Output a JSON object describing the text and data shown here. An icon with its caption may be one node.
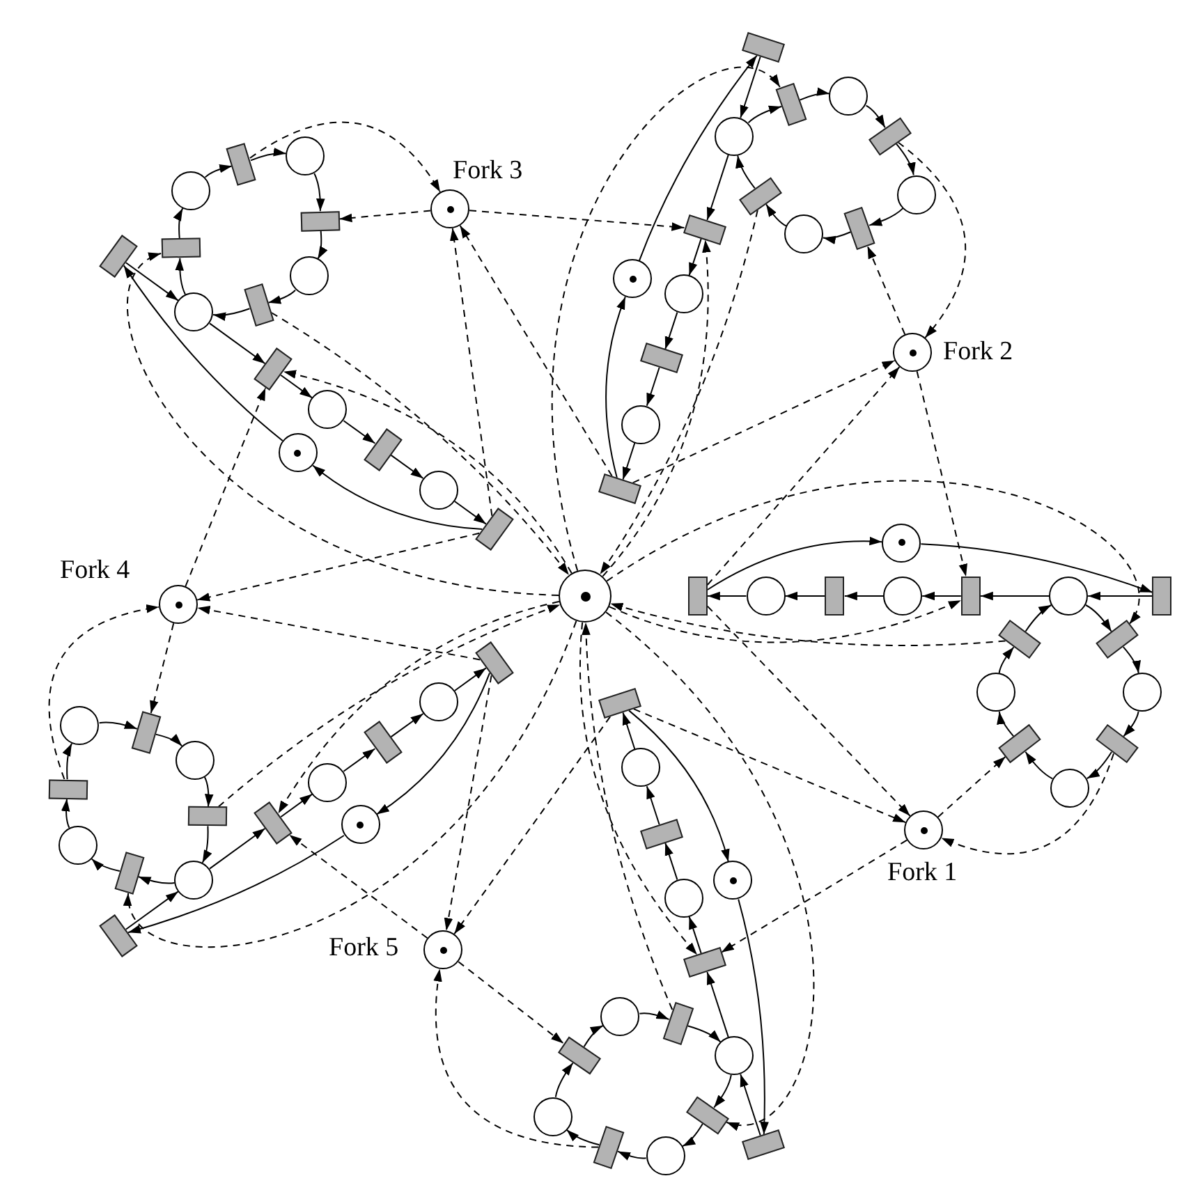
{
  "diagram": {
    "nodes": [
      {
        "text": [],
        "shape": "circle"
      },
      {
        "text": [],
        "shape": "circle",
        "beside": [
          "Fork 1"
        ]
      },
      {
        "text": [],
        "shape": "circle",
        "beside": [
          "Fork 2"
        ]
      },
      {
        "text": [],
        "shape": "circle",
        "beside": [
          "Fork 3"
        ]
      },
      {
        "text": [],
        "shape": "circle",
        "beside": [
          "Fork 4"
        ]
      },
      {
        "text": [],
        "shape": "circle",
        "beside": [
          "Fork 5"
        ]
      },
      {
        "text": [],
        "shape": "box"
      },
      {
        "text": [],
        "shape": "circle"
      },
      {
        "text": [],
        "shape": "box"
      },
      {
        "text": [],
        "shape": "circle"
      },
      {
        "text": [],
        "shape": "box"
      },
      {
        "text": [],
        "shape": "circle"
      },
      {
        "text": [],
        "shape": "box"
      },
      {
        "text": [],
        "shape": "circle"
      },
      {
        "text": [],
        "shape": "box"
      },
      {
        "text": [],
        "shape": "circle"
      },
      {
        "text": [],
        "shape": "box"
      },
      {
        "text": [],
        "shape": "circle"
      },
      {
        "text": [],
        "shape": "box"
      },
      {
        "text": [],
        "shape": "circle"
      },
      {
        "text": [],
        "shape": "box"
      },
      {
        "text": [],
        "shape": "box"
      },
      {
        "text": [],
        "shape": "circle"
      },
      {
        "text": [],
        "shape": "box"
      },
      {
        "text": [],
        "shape": "circle"
      },
      {
        "text": [],
        "shape": "box"
      },
      {
        "text": [],
        "shape": "circle"
      },
      {
        "text": [],
        "shape": "box"
      },
      {
        "text": [],
        "shape": "circle"
      },
      {
        "text": [],
        "shape": "box"
      },
      {
        "text": [],
        "shape": "circle"
      },
      {
        "text": [],
        "shape": "box"
      },
      {
        "text": [],
        "shape": "circle"
      },
      {
        "text": [],
        "shape": "box"
      },
      {
        "text": [],
        "shape": "circle"
      },
      {
        "text": [],
        "shape": "box"
      },
      {
        "text": [],
        "shape": "box"
      },
      {
        "text": [],
        "shape": "circle"
      },
      {
        "text": [],
        "shape": "box"
      },
      {
        "text": [],
        "shape": "circle"
      },
      {
        "text": [],
        "shape": "box"
      },
      {
        "text": [],
        "shape": "circle"
      },
      {
        "text": [],
        "shape": "box"
      },
      {
        "text": [],
        "shape": "circle"
      },
      {
        "text": [],
        "shape": "box"
      },
      {
        "text": [],
        "shape": "circle"
      },
      {
        "text": [],
        "shape": "box"
      },
      {
        "text": [],
        "shape": "circle"
      },
      {
        "text": [],
        "shape": "box"
      },
      {
        "text": [],
        "shape": "circle"
      },
      {
        "text": [],
        "shape": "box"
      },
      {
        "text": [],
        "shape": "box"
      },
      {
        "text": [],
        "shape": "circle"
      },
      {
        "text": [],
        "shape": "box"
      },
      {
        "text": [],
        "shape": "circle"
      },
      {
        "text": [],
        "shape": "box"
      },
      {
        "text": [],
        "shape": "circle"
      },
      {
        "text": [],
        "shape": "box"
      },
      {
        "text": [],
        "shape": "circle"
      },
      {
        "text": [],
        "shape": "box"
      },
      {
        "text": [],
        "shape": "circle"
      },
      {
        "text": [],
        "shape": "box"
      },
      {
        "text": [],
        "shape": "circle"
      },
      {
        "text": [],
        "shape": "box"
      },
      {
        "text": [],
        "shape": "circle"
      },
      {
        "text": [],
        "shape": "box"
      },
      {
        "text": [],
        "shape": "box"
      },
      {
        "text": [],
        "shape": "circle"
      },
      {
        "text": [],
        "shape": "box"
      },
      {
        "text": [],
        "shape": "circle"
      },
      {
        "text": [],
        "shape": "box"
      },
      {
        "text": [],
        "shape": "circle"
      },
      {
        "text": [],
        "shape": "box"
      },
      {
        "text": [],
        "shape": "circle"
      },
      {
        "text": [],
        "shape": "box"
      },
      {
        "text": [],
        "shape": "circle"
      },
      {
        "text": [],
        "shape": "box"
      },
      {
        "text": [],
        "shape": "circle"
      },
      {
        "text": [],
        "shape": "box"
      },
      {
        "text": [],
        "shape": "circle"
      },
      {
        "text": [],
        "shape": "box"
      }
    ],
    "edges": [
      {
        "from": 12,
        "to": 11,
        "arrow": "to"
      },
      {
        "from": 11,
        "to": 10,
        "arrow": "to"
      },
      {
        "from": 10,
        "to": 9,
        "arrow": "to"
      },
      {
        "from": 9,
        "to": 8,
        "arrow": "to"
      },
      {
        "from": 8,
        "to": 7,
        "arrow": "to"
      },
      {
        "from": 7,
        "to": 6,
        "arrow": "to"
      },
      {
        "from": 6,
        "to": 13,
        "arrow": "to"
      },
      {
        "from": 13,
        "to": 12,
        "arrow": "to"
      },
      {
        "from": 11,
        "to": 14,
        "arrow": "to"
      },
      {
        "from": 14,
        "to": 15,
        "arrow": "to"
      },
      {
        "from": 15,
        "to": 16,
        "arrow": "to"
      },
      {
        "from": 16,
        "to": 17,
        "arrow": "to"
      },
      {
        "from": 17,
        "to": 18,
        "arrow": "to"
      },
      {
        "from": 18,
        "to": 19,
        "arrow": "to"
      },
      {
        "from": 19,
        "to": 20,
        "arrow": "to"
      },
      {
        "from": 20,
        "to": 11,
        "arrow": "to"
      },
      {
        "from": 2,
        "to": 10,
        "arrow": "to",
        "style": "dashed"
      },
      {
        "from": 1,
        "to": 18,
        "arrow": "to",
        "style": "dashed"
      },
      {
        "from": 16,
        "to": 1,
        "arrow": "to",
        "style": "dashed"
      },
      {
        "from": 6,
        "to": 1,
        "arrow": "to",
        "style": "dashed"
      },
      {
        "from": 6,
        "to": 2,
        "arrow": "to",
        "style": "dashed"
      },
      {
        "from": 0,
        "to": 10,
        "arrow": "to",
        "style": "dashed"
      },
      {
        "from": 0,
        "to": 14,
        "arrow": "to",
        "style": "dashed"
      },
      {
        "from": 20,
        "to": 0,
        "arrow": "to",
        "style": "dashed"
      },
      {
        "from": 27,
        "to": 26,
        "arrow": "to"
      },
      {
        "from": 26,
        "to": 25,
        "arrow": "to"
      },
      {
        "from": 25,
        "to": 24,
        "arrow": "to"
      },
      {
        "from": 24,
        "to": 23,
        "arrow": "to"
      },
      {
        "from": 23,
        "to": 22,
        "arrow": "to"
      },
      {
        "from": 22,
        "to": 21,
        "arrow": "to"
      },
      {
        "from": 21,
        "to": 28,
        "arrow": "to"
      },
      {
        "from": 28,
        "to": 27,
        "arrow": "to"
      },
      {
        "from": 26,
        "to": 29,
        "arrow": "to"
      },
      {
        "from": 29,
        "to": 30,
        "arrow": "to"
      },
      {
        "from": 30,
        "to": 31,
        "arrow": "to"
      },
      {
        "from": 31,
        "to": 32,
        "arrow": "to"
      },
      {
        "from": 32,
        "to": 33,
        "arrow": "to"
      },
      {
        "from": 33,
        "to": 34,
        "arrow": "to"
      },
      {
        "from": 34,
        "to": 35,
        "arrow": "to"
      },
      {
        "from": 35,
        "to": 26,
        "arrow": "to"
      },
      {
        "from": 3,
        "to": 25,
        "arrow": "to",
        "style": "dashed"
      },
      {
        "from": 2,
        "to": 33,
        "arrow": "to",
        "style": "dashed"
      },
      {
        "from": 31,
        "to": 2,
        "arrow": "to",
        "style": "dashed"
      },
      {
        "from": 21,
        "to": 2,
        "arrow": "to",
        "style": "dashed"
      },
      {
        "from": 21,
        "to": 3,
        "arrow": "to",
        "style": "dashed"
      },
      {
        "from": 0,
        "to": 25,
        "arrow": "to",
        "style": "dashed"
      },
      {
        "from": 0,
        "to": 29,
        "arrow": "to",
        "style": "dashed"
      },
      {
        "from": 35,
        "to": 0,
        "arrow": "to",
        "style": "dashed"
      },
      {
        "from": 42,
        "to": 41,
        "arrow": "to"
      },
      {
        "from": 41,
        "to": 40,
        "arrow": "to"
      },
      {
        "from": 40,
        "to": 39,
        "arrow": "to"
      },
      {
        "from": 39,
        "to": 38,
        "arrow": "to"
      },
      {
        "from": 38,
        "to": 37,
        "arrow": "to"
      },
      {
        "from": 37,
        "to": 36,
        "arrow": "to"
      },
      {
        "from": 36,
        "to": 43,
        "arrow": "to"
      },
      {
        "from": 43,
        "to": 42,
        "arrow": "to"
      },
      {
        "from": 41,
        "to": 44,
        "arrow": "to"
      },
      {
        "from": 44,
        "to": 45,
        "arrow": "to"
      },
      {
        "from": 45,
        "to": 46,
        "arrow": "to"
      },
      {
        "from": 46,
        "to": 47,
        "arrow": "to"
      },
      {
        "from": 47,
        "to": 48,
        "arrow": "to"
      },
      {
        "from": 48,
        "to": 49,
        "arrow": "to"
      },
      {
        "from": 49,
        "to": 50,
        "arrow": "to"
      },
      {
        "from": 50,
        "to": 41,
        "arrow": "to"
      },
      {
        "from": 4,
        "to": 40,
        "arrow": "to",
        "style": "dashed"
      },
      {
        "from": 3,
        "to": 48,
        "arrow": "to",
        "style": "dashed"
      },
      {
        "from": 46,
        "to": 3,
        "arrow": "to",
        "style": "dashed"
      },
      {
        "from": 36,
        "to": 3,
        "arrow": "to",
        "style": "dashed"
      },
      {
        "from": 36,
        "to": 4,
        "arrow": "to",
        "style": "dashed"
      },
      {
        "from": 0,
        "to": 40,
        "arrow": "to",
        "style": "dashed"
      },
      {
        "from": 0,
        "to": 44,
        "arrow": "to",
        "style": "dashed"
      },
      {
        "from": 50,
        "to": 0,
        "arrow": "to",
        "style": "dashed"
      },
      {
        "from": 57,
        "to": 56,
        "arrow": "to"
      },
      {
        "from": 56,
        "to": 55,
        "arrow": "to"
      },
      {
        "from": 55,
        "to": 54,
        "arrow": "to"
      },
      {
        "from": 54,
        "to": 53,
        "arrow": "to"
      },
      {
        "from": 53,
        "to": 52,
        "arrow": "to"
      },
      {
        "from": 52,
        "to": 51,
        "arrow": "to"
      },
      {
        "from": 51,
        "to": 58,
        "arrow": "to"
      },
      {
        "from": 58,
        "to": 57,
        "arrow": "to"
      },
      {
        "from": 56,
        "to": 59,
        "arrow": "to"
      },
      {
        "from": 59,
        "to": 60,
        "arrow": "to"
      },
      {
        "from": 60,
        "to": 61,
        "arrow": "to"
      },
      {
        "from": 61,
        "to": 62,
        "arrow": "to"
      },
      {
        "from": 62,
        "to": 63,
        "arrow": "to"
      },
      {
        "from": 63,
        "to": 64,
        "arrow": "to"
      },
      {
        "from": 64,
        "to": 65,
        "arrow": "to"
      },
      {
        "from": 65,
        "to": 56,
        "arrow": "to"
      },
      {
        "from": 5,
        "to": 55,
        "arrow": "to",
        "style": "dashed"
      },
      {
        "from": 4,
        "to": 63,
        "arrow": "to",
        "style": "dashed"
      },
      {
        "from": 61,
        "to": 4,
        "arrow": "to",
        "style": "dashed"
      },
      {
        "from": 51,
        "to": 4,
        "arrow": "to",
        "style": "dashed"
      },
      {
        "from": 51,
        "to": 5,
        "arrow": "to",
        "style": "dashed"
      },
      {
        "from": 0,
        "to": 55,
        "arrow": "to",
        "style": "dashed"
      },
      {
        "from": 0,
        "to": 59,
        "arrow": "to",
        "style": "dashed"
      },
      {
        "from": 65,
        "to": 0,
        "arrow": "to",
        "style": "dashed"
      },
      {
        "from": 72,
        "to": 71,
        "arrow": "to"
      },
      {
        "from": 71,
        "to": 70,
        "arrow": "to"
      },
      {
        "from": 70,
        "to": 69,
        "arrow": "to"
      },
      {
        "from": 69,
        "to": 68,
        "arrow": "to"
      },
      {
        "from": 68,
        "to": 67,
        "arrow": "to"
      },
      {
        "from": 67,
        "to": 66,
        "arrow": "to"
      },
      {
        "from": 66,
        "to": 73,
        "arrow": "to"
      },
      {
        "from": 73,
        "to": 72,
        "arrow": "to"
      },
      {
        "from": 71,
        "to": 74,
        "arrow": "to"
      },
      {
        "from": 74,
        "to": 75,
        "arrow": "to"
      },
      {
        "from": 75,
        "to": 76,
        "arrow": "to"
      },
      {
        "from": 76,
        "to": 77,
        "arrow": "to"
      },
      {
        "from": 77,
        "to": 78,
        "arrow": "to"
      },
      {
        "from": 78,
        "to": 79,
        "arrow": "to"
      },
      {
        "from": 79,
        "to": 80,
        "arrow": "to"
      },
      {
        "from": 80,
        "to": 71,
        "arrow": "to"
      },
      {
        "from": 1,
        "to": 70,
        "arrow": "to",
        "style": "dashed"
      },
      {
        "from": 5,
        "to": 78,
        "arrow": "to",
        "style": "dashed"
      },
      {
        "from": 76,
        "to": 5,
        "arrow": "to",
        "style": "dashed"
      },
      {
        "from": 66,
        "to": 5,
        "arrow": "to",
        "style": "dashed"
      },
      {
        "from": 66,
        "to": 1,
        "arrow": "to",
        "style": "dashed"
      },
      {
        "from": 0,
        "to": 70,
        "arrow": "to",
        "style": "dashed"
      },
      {
        "from": 0,
        "to": 74,
        "arrow": "to",
        "style": "dashed"
      },
      {
        "from": 80,
        "to": 0,
        "arrow": "to",
        "style": "dashed"
      }
    ]
  }
}
